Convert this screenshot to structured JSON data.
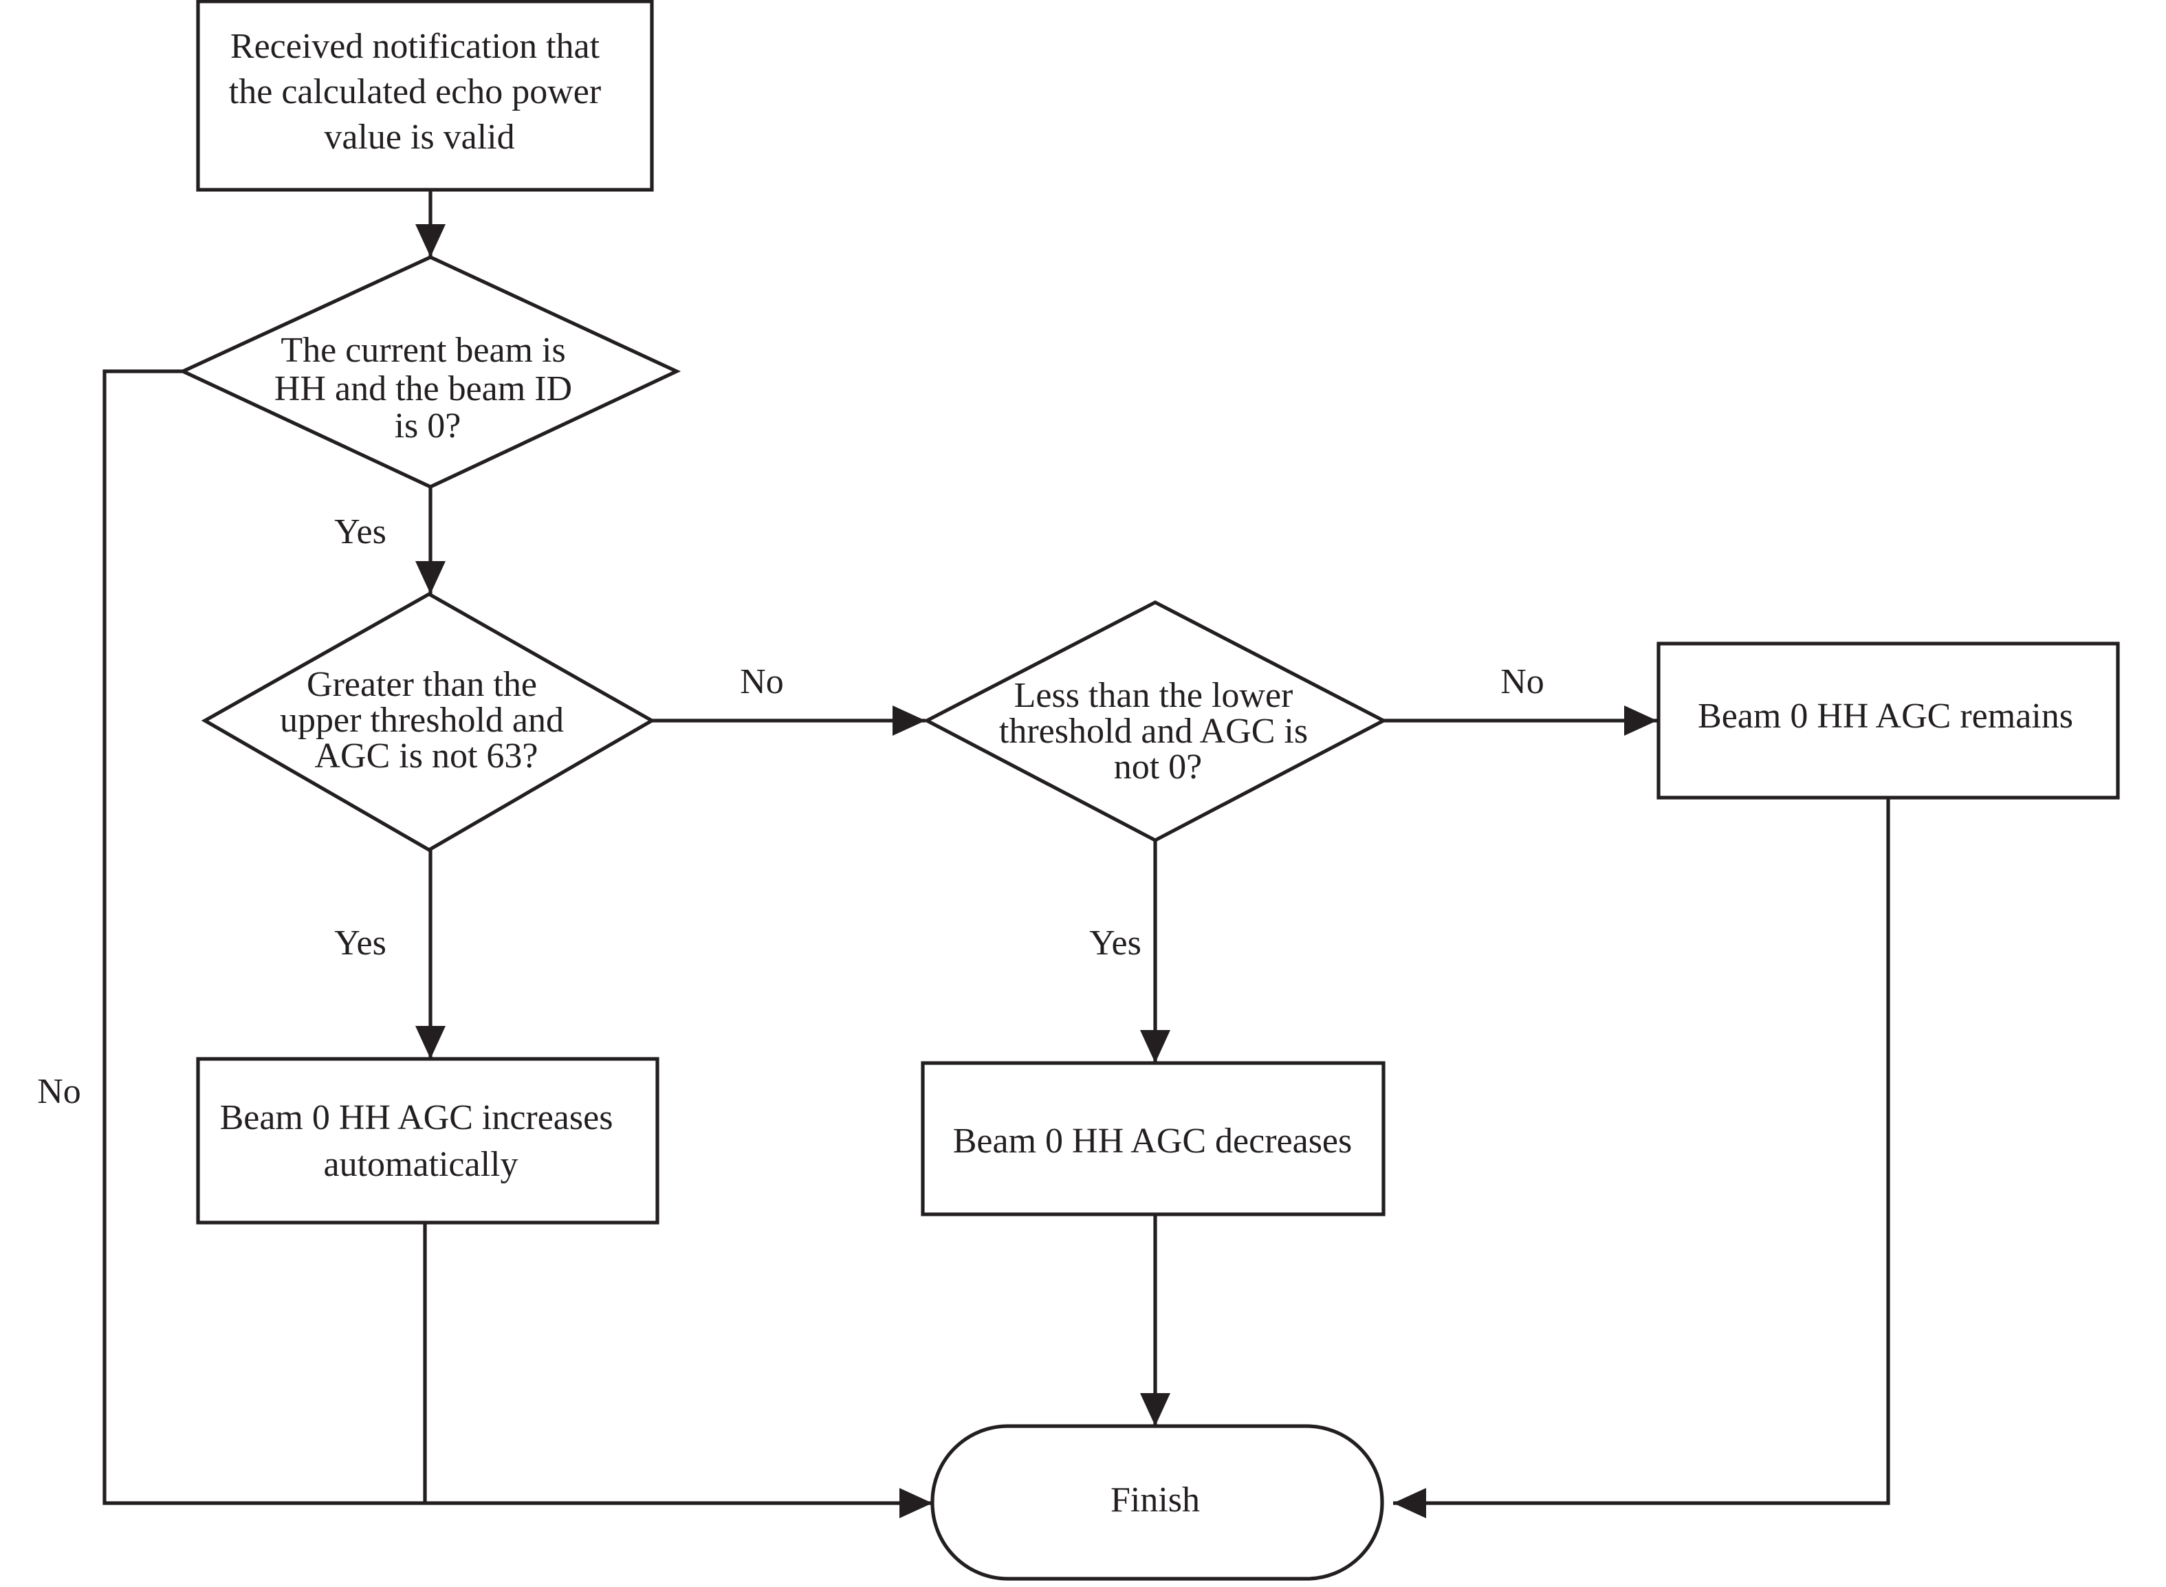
{
  "diagram": {
    "type": "flowchart",
    "nodes": {
      "start": {
        "lines": [
          "Received notification that",
          "the calculated echo power",
          "value is valid"
        ]
      },
      "decision_beam": {
        "lines": [
          "The current beam is",
          "HH and the beam ID",
          "is 0?"
        ]
      },
      "decision_upper": {
        "lines": [
          "Greater than the",
          "upper threshold and",
          "AGC is not 63?"
        ]
      },
      "decision_lower": {
        "lines": [
          "Less than the lower",
          "threshold and AGC is",
          "not 0?"
        ]
      },
      "remains": {
        "lines": [
          "Beam 0 HH AGC remains"
        ]
      },
      "increases": {
        "lines": [
          "Beam 0 HH AGC increases",
          "automatically"
        ]
      },
      "decreases": {
        "lines": [
          "Beam 0 HH AGC decreases"
        ]
      },
      "finish": {
        "lines": [
          "Finish"
        ]
      }
    },
    "edge_labels": {
      "beam_yes": "Yes",
      "beam_no": "No",
      "upper_no": "No",
      "upper_yes": "Yes",
      "lower_no": "No",
      "lower_yes": "Yes"
    },
    "colors": {
      "stroke": "#231f20",
      "background": "#ffffff"
    }
  }
}
